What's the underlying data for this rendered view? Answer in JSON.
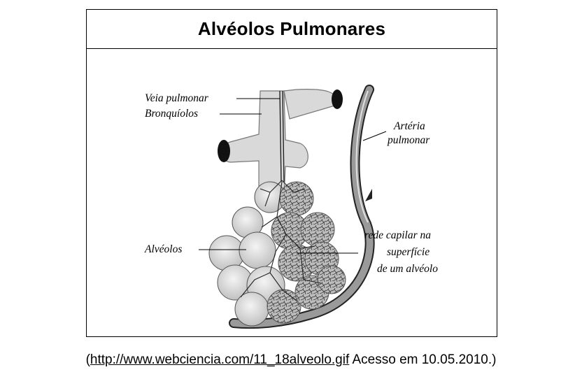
{
  "title": "Alvéolos Pulmonares",
  "labels": {
    "veia_pulmonar": "Veia pulmonar",
    "bronquiolos": "Bronquíolos",
    "arteria_line1": "Artéria",
    "arteria_line2": "pulmonar",
    "alveolos": "Alvéolos",
    "rede_line1": "rede capilar na",
    "rede_line2": "superfície",
    "rede_line3": "de um alvéolo"
  },
  "citation": {
    "open": "(",
    "url": "http://www.webciencia.com/11_18alveolo.gif",
    "text": " Acesso em 10.05.2010.)"
  }
}
